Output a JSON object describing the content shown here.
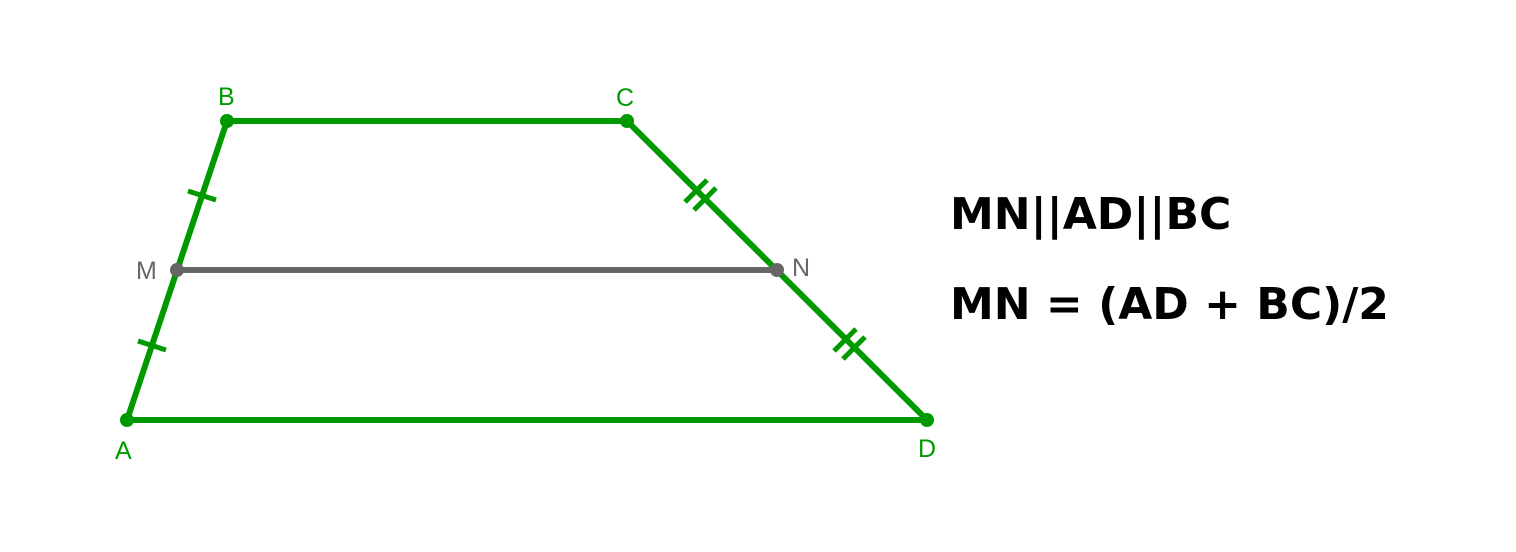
{
  "points": {
    "A": "A",
    "B": "B",
    "C": "C",
    "D": "D",
    "M": "M",
    "N": "N"
  },
  "formulas": {
    "parallel": "MN||AD||BC",
    "midline": "MN = (AD + BC)/2"
  },
  "colors": {
    "trapezoid": "#009900",
    "midline": "#666666",
    "text": "#000000"
  }
}
